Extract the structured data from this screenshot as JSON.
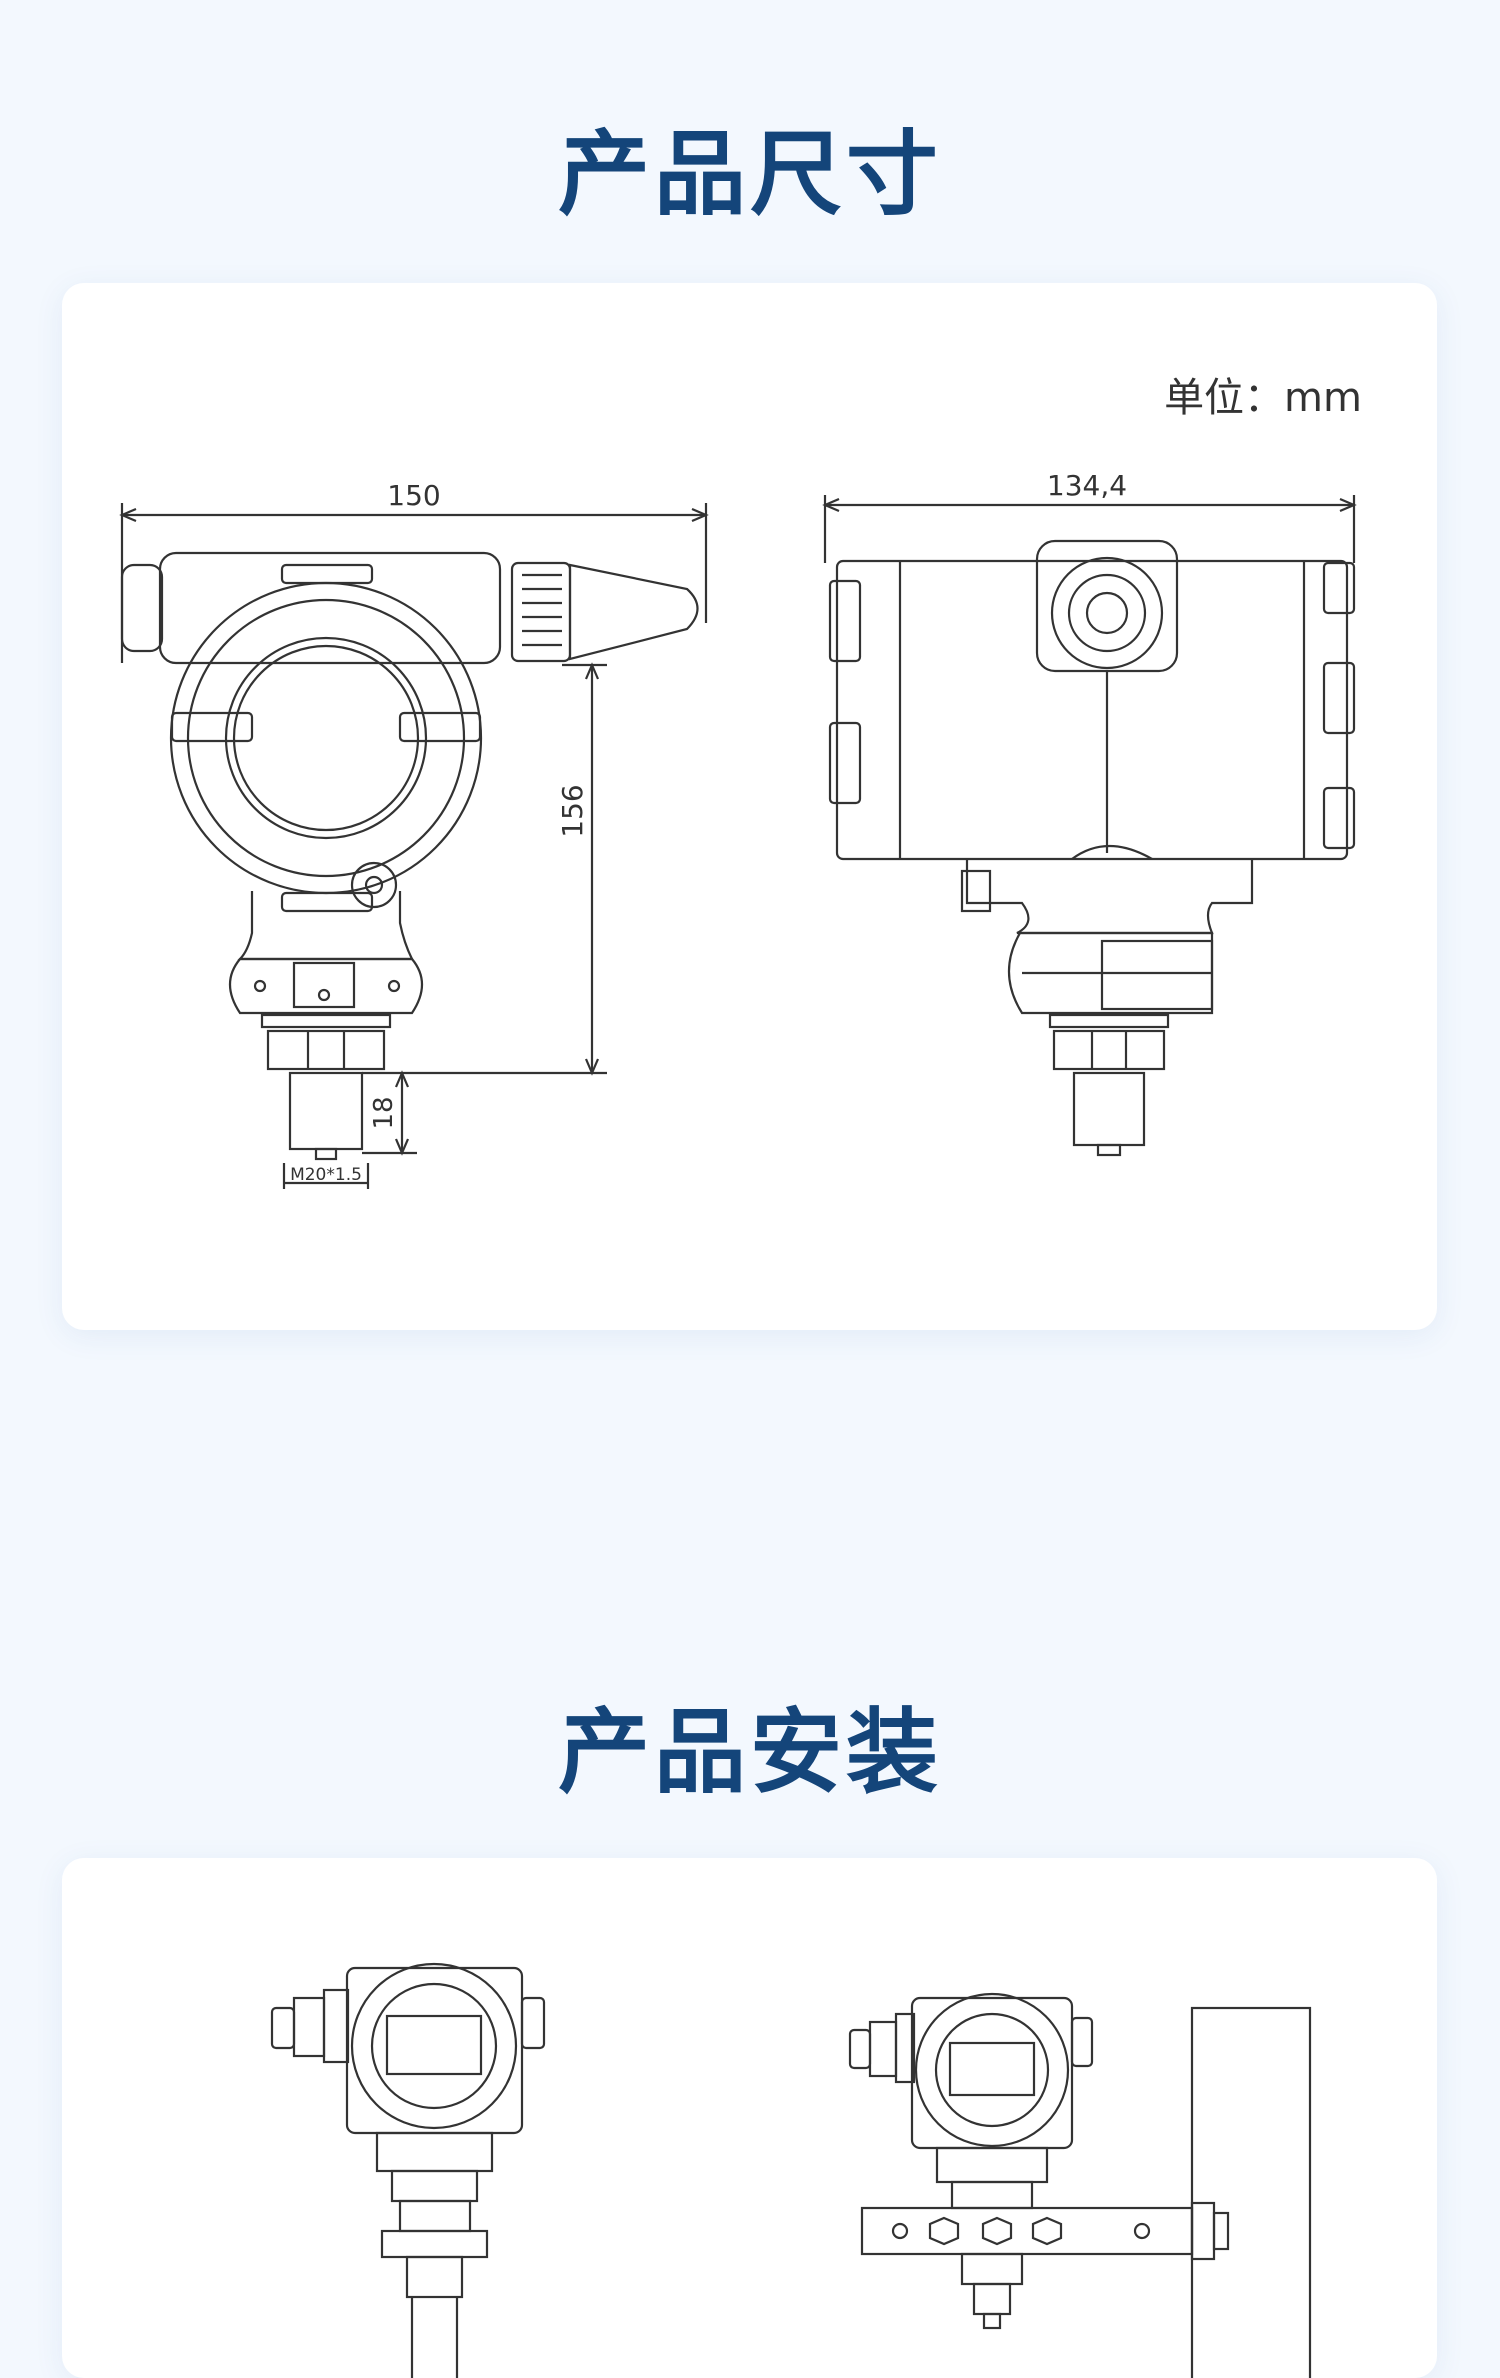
{
  "dimensions_section": {
    "title": "产品尺寸",
    "unit_label": "单位：mm",
    "dims": {
      "width_front": "150",
      "height_front": "156",
      "fitting_height": "18",
      "thread": "M20*1.5",
      "width_side": "134,4"
    }
  },
  "installation_section": {
    "title": "产品安装"
  }
}
